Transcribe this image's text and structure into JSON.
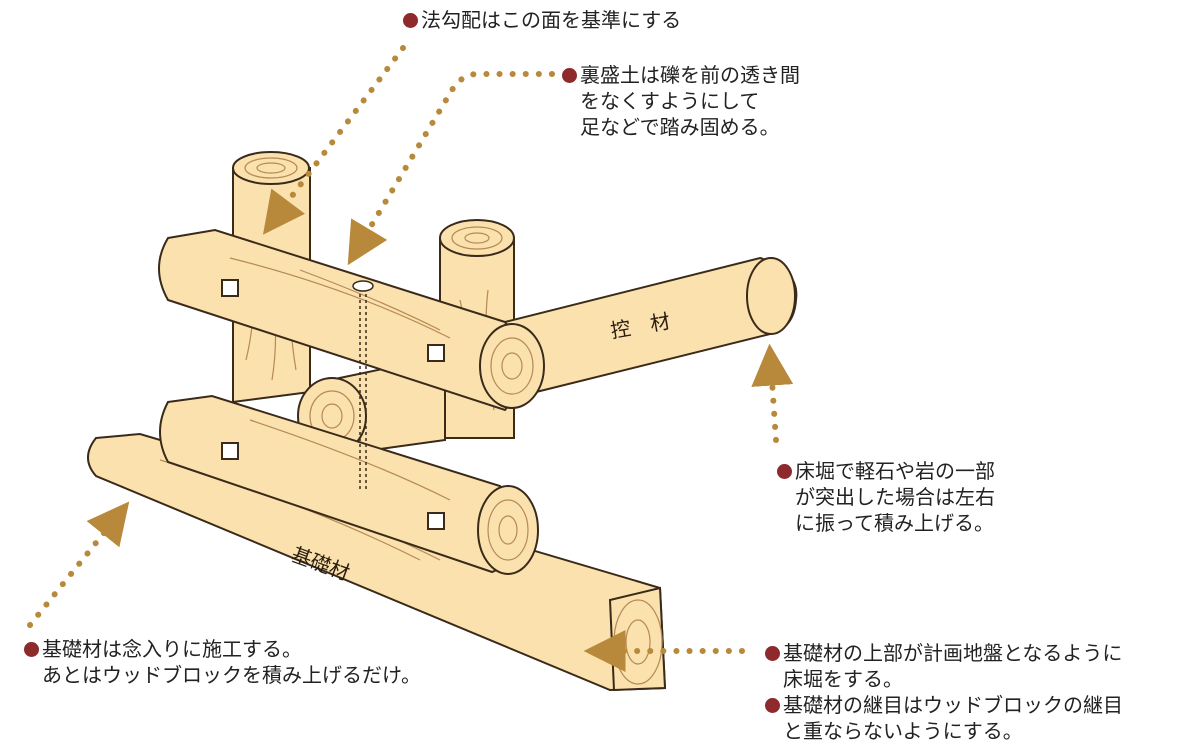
{
  "colors": {
    "wood": "#fbe1ad",
    "wood_edge": "#3a2a1a",
    "grain": "#b58a55",
    "leader": "#b8893a",
    "bullet": "#8e2a2b"
  },
  "labels": {
    "brace": "控　材",
    "foundation": "基礎材"
  },
  "notes": {
    "slope": [
      "法勾配はこの面を基準にする"
    ],
    "backfill": [
      "裏盛土は礫を前の透き間",
      "をなくすようにして",
      "足などで踏み固める。"
    ],
    "bedrock": [
      "床堀で軽石や岩の一部",
      "が突出した場合は左右",
      "に振って積み上げる。"
    ],
    "foundation_care": [
      "基礎材は念入りに施工する。",
      "あとはウッドブロックを積み上げるだけ。"
    ],
    "foundation_top": [
      "基礎材の上部が計画地盤となるように",
      "床堀をする。"
    ],
    "foundation_joint": [
      "基礎材の継目はウッドブロックの継目",
      "と重ならないようにする。"
    ]
  }
}
